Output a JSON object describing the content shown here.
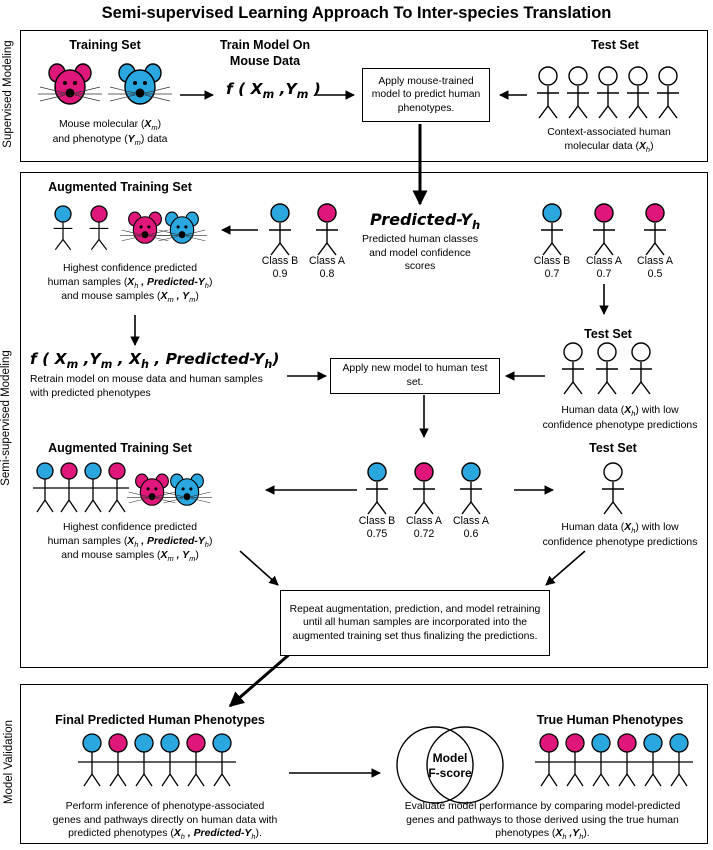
{
  "title": "Semi-supervised Learning Approach To Inter-species Translation",
  "sections": {
    "supervised": "Supervised Modeling",
    "semi": "Semi-supervised Modeling",
    "validation": "Model Validation"
  },
  "supervised": {
    "training_set": "Training Set",
    "mouse_data_1": "Mouse molecular (",
    "mouse_data_2": ")",
    "mouse_data_3": "and phenotype (",
    "mouse_data_4": ") data",
    "train_model_1": "Train Model On",
    "train_model_2": "Mouse Data",
    "apply_box": "Apply mouse-trained model to predict human phenotypes.",
    "test_set": "Test Set",
    "context_1": "Context-associated human",
    "context_2": "molecular data ("
  },
  "semi": {
    "aug_set_1": "Augmented Training Set",
    "aug_desc_1": "Highest confidence predicted",
    "aug_desc_2": "human samples (",
    "aug_desc_3": "and mouse samples (",
    "predicted_yh": "Predicted-Y",
    "predicted_desc": "Predicted human classes and model confidence scores",
    "row1_left": [
      {
        "cls": "Class B",
        "score": "0.9",
        "color": "#2aa7de"
      },
      {
        "cls": "Class A",
        "score": "0.8",
        "color": "#e0177a"
      }
    ],
    "row1_right": [
      {
        "cls": "Class B",
        "score": "0.7",
        "color": "#2aa7de"
      },
      {
        "cls": "Class A",
        "score": "0.7",
        "color": "#e0177a"
      },
      {
        "cls": "Class A",
        "score": "0.5",
        "color": "#e0177a"
      }
    ],
    "test_set_2": "Test Set",
    "retrain_desc": "Retrain model on mouse data and human samples with predicted phenotypes",
    "apply_new_box": "Apply new model to human test set.",
    "human_low_1": "Human data (",
    "human_low_2": ") with low",
    "human_low_3": "confidence phenotype predictions",
    "aug_set_2": "Augmented Training Set",
    "row2": [
      {
        "cls": "Class B",
        "score": "0.75",
        "color": "#2aa7de"
      },
      {
        "cls": "Class A",
        "score": "0.72",
        "color": "#e0177a"
      },
      {
        "cls": "Class A",
        "score": "0.6",
        "color": "#2aa7de"
      }
    ],
    "test_set_3": "Test Set",
    "repeat_box": "Repeat augmentation, prediction, and model retraining until all human samples are incorporated into the augmented training set thus finalizing the predictions."
  },
  "validation": {
    "final_pred": "Final Predicted Human Phenotypes",
    "true_pheno": "True Human Phenotypes",
    "model_fscore_1": "Model",
    "model_fscore_2": "F-score",
    "inference_1": "Perform inference of phenotype-associated",
    "inference_2": "genes and pathways directly on human data with",
    "inference_3": "predicted phenotypes (",
    "evaluate_1": "Evaluate model performance by comparing model-predicted",
    "evaluate_2": "genes and pathways to those derived using the true human",
    "evaluate_3": "phenotypes ("
  },
  "colors": {
    "magenta": "#e0177a",
    "blue": "#2aa7de",
    "mouse_dark": "#1a1a1a"
  },
  "icons": [
    "mouse-head-icon",
    "stick-figure-icon",
    "arrow-icon",
    "venn-diagram-icon",
    "linked-figures-icon"
  ]
}
